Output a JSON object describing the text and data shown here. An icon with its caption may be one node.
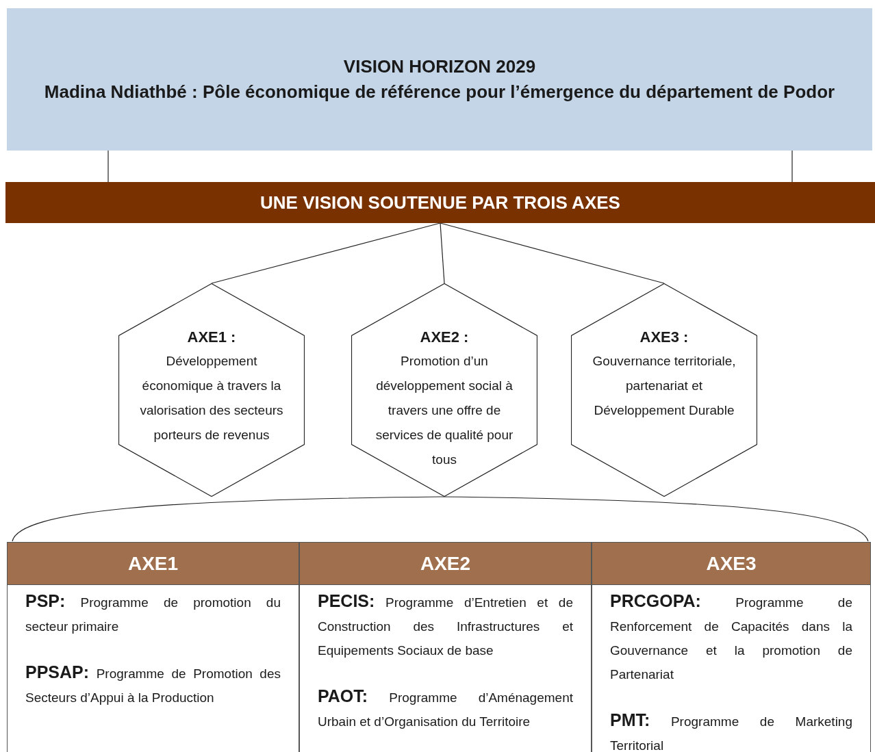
{
  "diagram": {
    "nodes": [
      {
        "text": [
          "VISION HORIZON 2029",
          "Madina Ndiathbé : Pôle économique de référence pour l’émergence du département de Podor"
        ]
      },
      {
        "text": [
          "UNE VISION SOUTENUE PAR TROIS AXES"
        ]
      },
      {
        "text": [
          "AXE1 :",
          "Développement économique à travers la valorisation des secteurs porteurs de revenus"
        ]
      },
      {
        "text": [
          "AXE2 :",
          "Promotion d’un développement social à travers une offre de services de qualité pour tous"
        ]
      },
      {
        "text": [
          "AXE3 :",
          "Gouvernance territoriale, partenariat et Développement Durable"
        ]
      },
      {
        "text": [
          "AXE1",
          "**PSP:** Programme de promotion du secteur primaire",
          "**PPSAP:** Programme de Promotion des Secteurs d’Appui à la Production"
        ]
      },
      {
        "text": [
          "AXE2",
          "**PECIS:** Programme d’Entretien et de Construction des Infrastructures et Equipements Sociaux de base",
          "**PAOT:** Programme d’Aménagement Urbain et d’Organisation du Territoire"
        ]
      },
      {
        "text": [
          "AXE3",
          "**PRCGOPA:** Programme de Renforcement de Capacités dans la Gouvernance et la promotion de Partenariat",
          "**PMT:** Programme de Marketing Territorial"
        ]
      }
    ],
    "edges": [
      {
        "from": 0,
        "to": 1,
        "arrow": "none"
      },
      {
        "from": 0,
        "to": 1,
        "arrow": "none"
      },
      {
        "from": 1,
        "to": 2,
        "arrow": "none"
      },
      {
        "from": 1,
        "to": 3,
        "arrow": "none"
      },
      {
        "from": 1,
        "to": 4,
        "arrow": "none"
      }
    ]
  }
}
